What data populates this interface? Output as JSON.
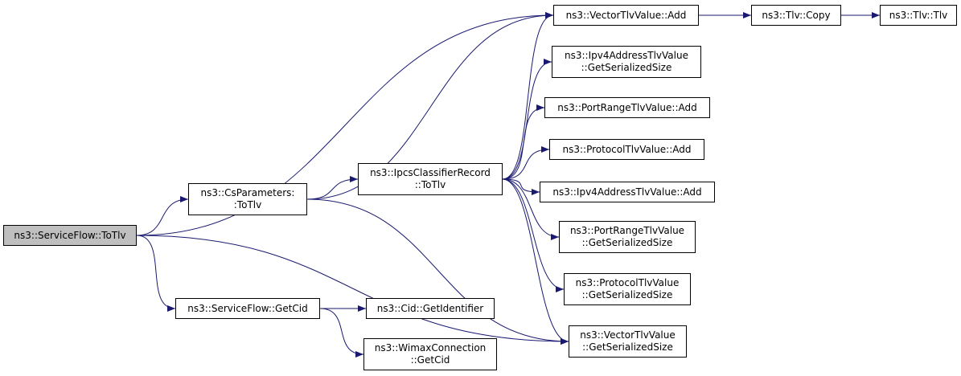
{
  "colors": {
    "edge": "#191970",
    "root_fill": "#bfbfbf",
    "node_fill": "#ffffff",
    "border": "#000000"
  },
  "nodes": {
    "serviceflow_totlv": {
      "lines": [
        "ns3::ServiceFlow::ToTlv"
      ]
    },
    "csparameters_totlv": {
      "lines": [
        "ns3::CsParameters:",
        ":ToTlv"
      ]
    },
    "serviceflow_getcid": {
      "lines": [
        "ns3::ServiceFlow::GetCid"
      ]
    },
    "ipcsclassifierrecord_totlv": {
      "lines": [
        "ns3::IpcsClassifierRecord",
        "::ToTlv"
      ]
    },
    "cid_getidentifier": {
      "lines": [
        "ns3::Cid::GetIdentifier"
      ]
    },
    "wimaxconnection_getcid": {
      "lines": [
        "ns3::WimaxConnection",
        "::GetCid"
      ]
    },
    "vectortlvvalue_add": {
      "lines": [
        "ns3::VectorTlvValue::Add"
      ]
    },
    "ipv4addresstlvvalue_getserializedsize": {
      "lines": [
        "ns3::Ipv4AddressTlvValue",
        "::GetSerializedSize"
      ]
    },
    "portrangetlvvalue_add": {
      "lines": [
        "ns3::PortRangeTlvValue::Add"
      ]
    },
    "protocoltlvvalue_add": {
      "lines": [
        "ns3::ProtocolTlvValue::Add"
      ]
    },
    "ipv4addresstlvvalue_add": {
      "lines": [
        "ns3::Ipv4AddressTlvValue::Add"
      ]
    },
    "portrangetlvvalue_getserializedsize": {
      "lines": [
        "ns3::PortRangeTlvValue",
        "::GetSerializedSize"
      ]
    },
    "protocoltlvvalue_getserializedsize": {
      "lines": [
        "ns3::ProtocolTlvValue",
        "::GetSerializedSize"
      ]
    },
    "vectortlvvalue_getserializedsize": {
      "lines": [
        "ns3::VectorTlvValue",
        "::GetSerializedSize"
      ]
    },
    "tlv_copy": {
      "lines": [
        "ns3::Tlv::Copy"
      ]
    },
    "tlv_tlv": {
      "lines": [
        "ns3::Tlv::Tlv"
      ]
    }
  },
  "edges": [
    [
      "serviceflow_totlv",
      "vectortlvvalue_add"
    ],
    [
      "serviceflow_totlv",
      "csparameters_totlv"
    ],
    [
      "serviceflow_totlv",
      "vectortlvvalue_getserializedsize"
    ],
    [
      "serviceflow_totlv",
      "serviceflow_getcid"
    ],
    [
      "csparameters_totlv",
      "vectortlvvalue_add"
    ],
    [
      "csparameters_totlv",
      "ipcsclassifierrecord_totlv"
    ],
    [
      "csparameters_totlv",
      "vectortlvvalue_getserializedsize"
    ],
    [
      "ipcsclassifierrecord_totlv",
      "vectortlvvalue_add"
    ],
    [
      "ipcsclassifierrecord_totlv",
      "ipv4addresstlvvalue_getserializedsize"
    ],
    [
      "ipcsclassifierrecord_totlv",
      "portrangetlvvalue_add"
    ],
    [
      "ipcsclassifierrecord_totlv",
      "protocoltlvvalue_add"
    ],
    [
      "ipcsclassifierrecord_totlv",
      "ipv4addresstlvvalue_add"
    ],
    [
      "ipcsclassifierrecord_totlv",
      "portrangetlvvalue_getserializedsize"
    ],
    [
      "ipcsclassifierrecord_totlv",
      "protocoltlvvalue_getserializedsize"
    ],
    [
      "ipcsclassifierrecord_totlv",
      "vectortlvvalue_getserializedsize"
    ],
    [
      "serviceflow_getcid",
      "cid_getidentifier"
    ],
    [
      "serviceflow_getcid",
      "wimaxconnection_getcid"
    ],
    [
      "vectortlvvalue_add",
      "tlv_copy"
    ],
    [
      "tlv_copy",
      "tlv_tlv"
    ]
  ]
}
